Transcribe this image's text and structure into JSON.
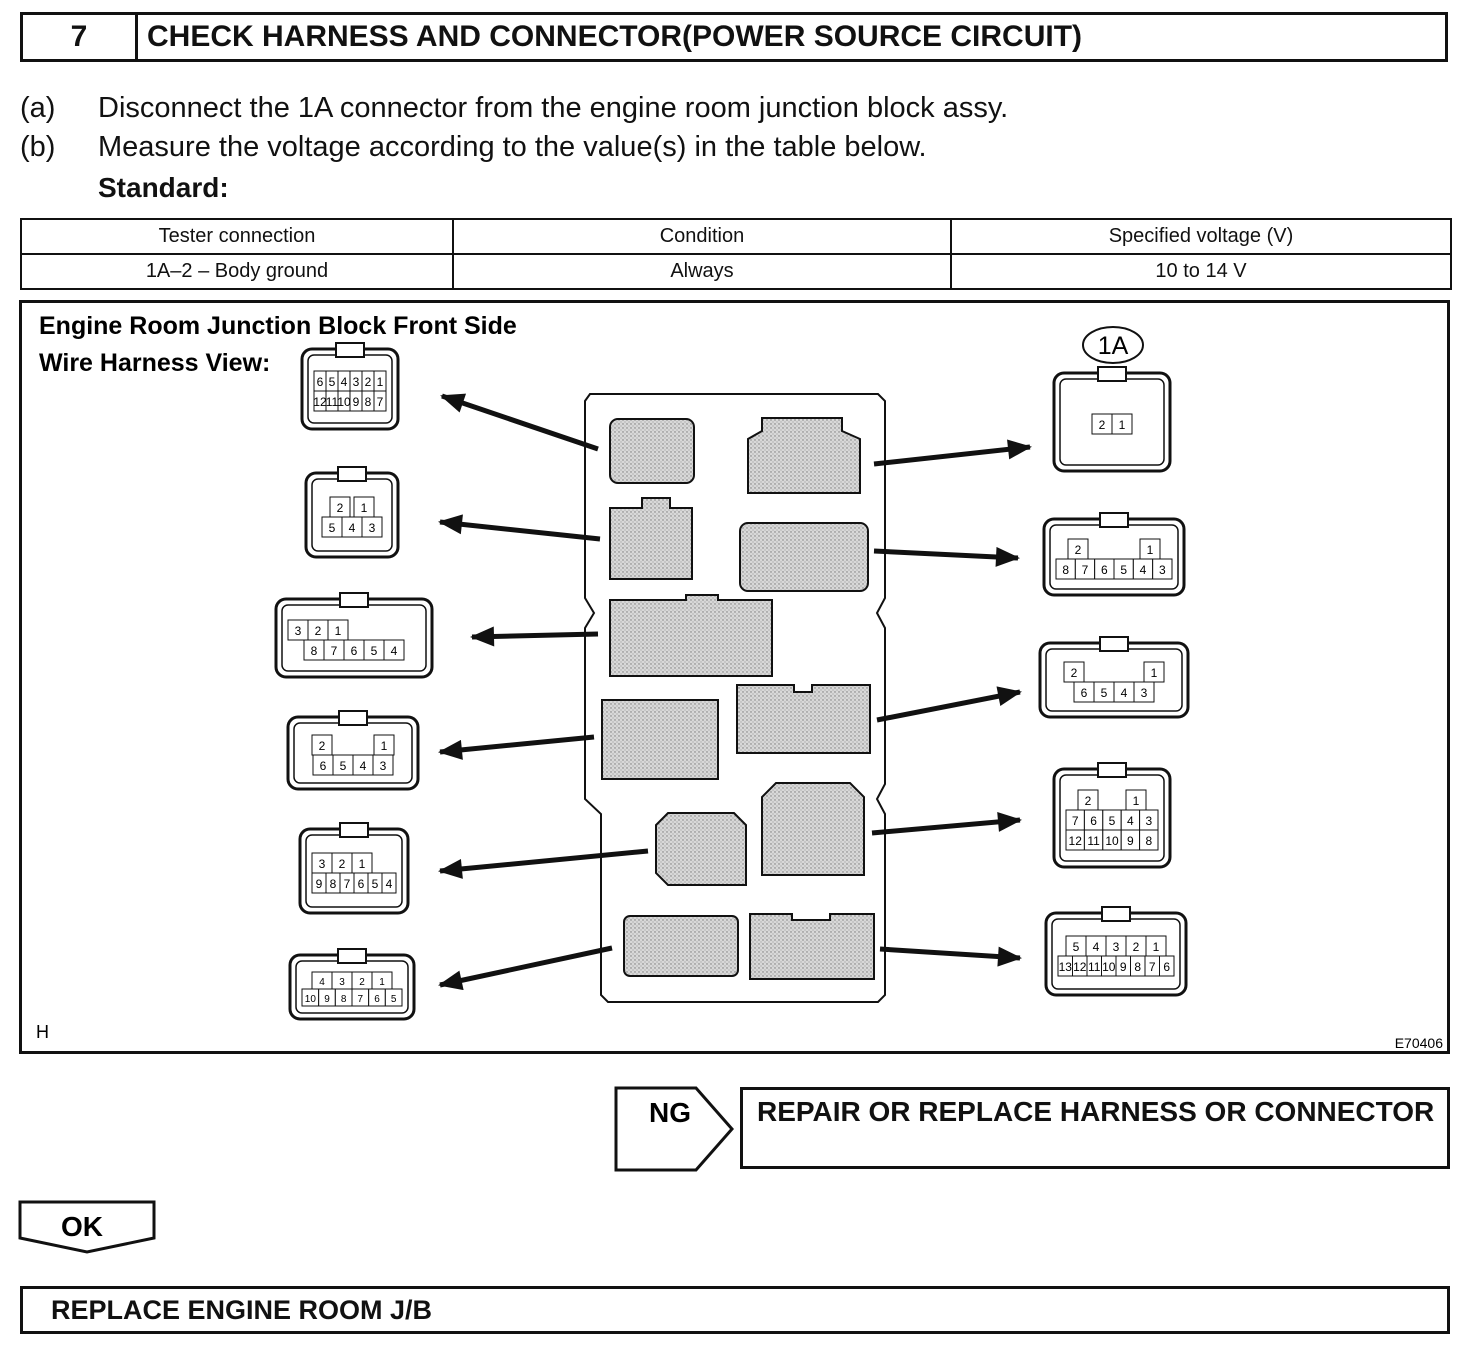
{
  "step": {
    "number": "7",
    "title": "CHECK HARNESS AND CONNECTOR(POWER SOURCE CIRCUIT)"
  },
  "instructions": [
    {
      "label": "(a)",
      "text": "Disconnect the 1A connector from the engine room junction block assy."
    },
    {
      "label": "(b)",
      "text": "Measure the voltage according to the value(s) in the table below."
    }
  ],
  "standard_label": "Standard:",
  "table": {
    "headers": [
      "Tester connection",
      "Condition",
      "Specified voltage (V)"
    ],
    "rows": [
      [
        "1A–2 – Body ground",
        "Always",
        "10 to 14 V"
      ]
    ]
  },
  "figure": {
    "title_line1": "Engine Room Junction Block Front Side",
    "title_line2": "Wire Harness View:",
    "connector_label": "1A",
    "corner_left": "H",
    "corner_right": "E70406",
    "left_connectors": [
      {
        "top": [
          "6",
          "5",
          "4",
          "3",
          "2",
          "1"
        ],
        "bottom": [
          "12",
          "11",
          "10",
          "9",
          "8",
          "7"
        ]
      },
      {
        "top": [
          "2",
          "1"
        ],
        "bottom": [
          "5",
          "4",
          "3"
        ]
      },
      {
        "top": [
          "3",
          "2",
          "1"
        ],
        "bottom": [
          "8",
          "7",
          "6",
          "5",
          "4"
        ]
      },
      {
        "top": [
          "2",
          "1"
        ],
        "bottom": [
          "6",
          "5",
          "4",
          "3"
        ]
      },
      {
        "top": [
          "3",
          "2",
          "1"
        ],
        "bottom": [
          "9",
          "8",
          "7",
          "6",
          "5",
          "4"
        ]
      },
      {
        "top": [
          "4",
          "3",
          "2",
          "1"
        ],
        "bottom": [
          "10",
          "9",
          "8",
          "7",
          "6",
          "5"
        ]
      }
    ],
    "right_connectors": [
      {
        "top": [
          "2",
          "1"
        ],
        "bottom": []
      },
      {
        "top": [
          "2",
          "1"
        ],
        "bottom": [
          "8",
          "7",
          "6",
          "5",
          "4",
          "3"
        ]
      },
      {
        "top": [
          "2",
          "1"
        ],
        "bottom": [
          "6",
          "5",
          "4",
          "3"
        ]
      },
      {
        "top": [
          "2",
          "1"
        ],
        "bottom": [
          "7",
          "6",
          "5",
          "4",
          "3"
        ],
        "bottom2": [
          "12",
          "11",
          "10",
          "9",
          "8"
        ]
      },
      {
        "top": [
          "5",
          "4",
          "3",
          "2",
          "1"
        ],
        "bottom": [
          "13",
          "12",
          "11",
          "10",
          "9",
          "8",
          "7",
          "6"
        ]
      }
    ]
  },
  "ng": {
    "label": "NG",
    "result": "REPAIR OR REPLACE HARNESS OR CONNECTOR"
  },
  "ok": {
    "label": "OK"
  },
  "final": {
    "text": "REPLACE ENGINE ROOM J/B"
  }
}
